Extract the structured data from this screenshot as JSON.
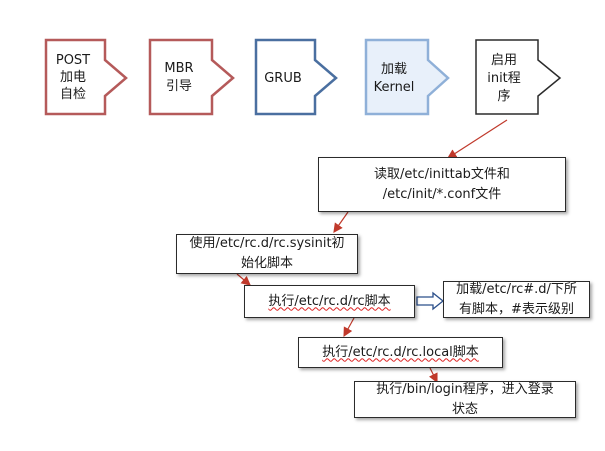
{
  "colors": {
    "post_border": "#b55a5a",
    "post_fill": "#ffffff",
    "stage_blue_border": "#4a6fa0",
    "stage_light_border": "#8fb0d8",
    "light_fill": "#e8f0fa",
    "connector": "#c0392b",
    "box_border": "#2b2b2b",
    "box_shadow": "#7f7f7f"
  },
  "stages": [
    {
      "id": "post",
      "lines": [
        "POST",
        "加电",
        "自检"
      ],
      "style": "red"
    },
    {
      "id": "mbr",
      "lines": [
        "MBR",
        "引导"
      ],
      "style": "red"
    },
    {
      "id": "grub",
      "lines": [
        "GRUB"
      ],
      "style": "blue"
    },
    {
      "id": "kernel",
      "lines": [
        "加载",
        "Kernel"
      ],
      "style": "light-blue"
    },
    {
      "id": "init",
      "lines": [
        "启用",
        "init程",
        "序"
      ],
      "style": "dark"
    }
  ],
  "steps": {
    "read_inittab": "读取/etc/inittab文件和\n/etc/init/*.conf文件",
    "rc_sysinit": "使用/etc/rc.d/rc.sysinit初\n始化脚本",
    "rc_exec": "执行/etc/rc.d/rc脚本",
    "rc_load_note": "加载/etc/rc#.d/下所\n有脚本，#表示级别",
    "rc_local": "执行/etc/rc.d/rc.local脚本",
    "login": "执行/bin/login程序，进入登录\n状态"
  }
}
